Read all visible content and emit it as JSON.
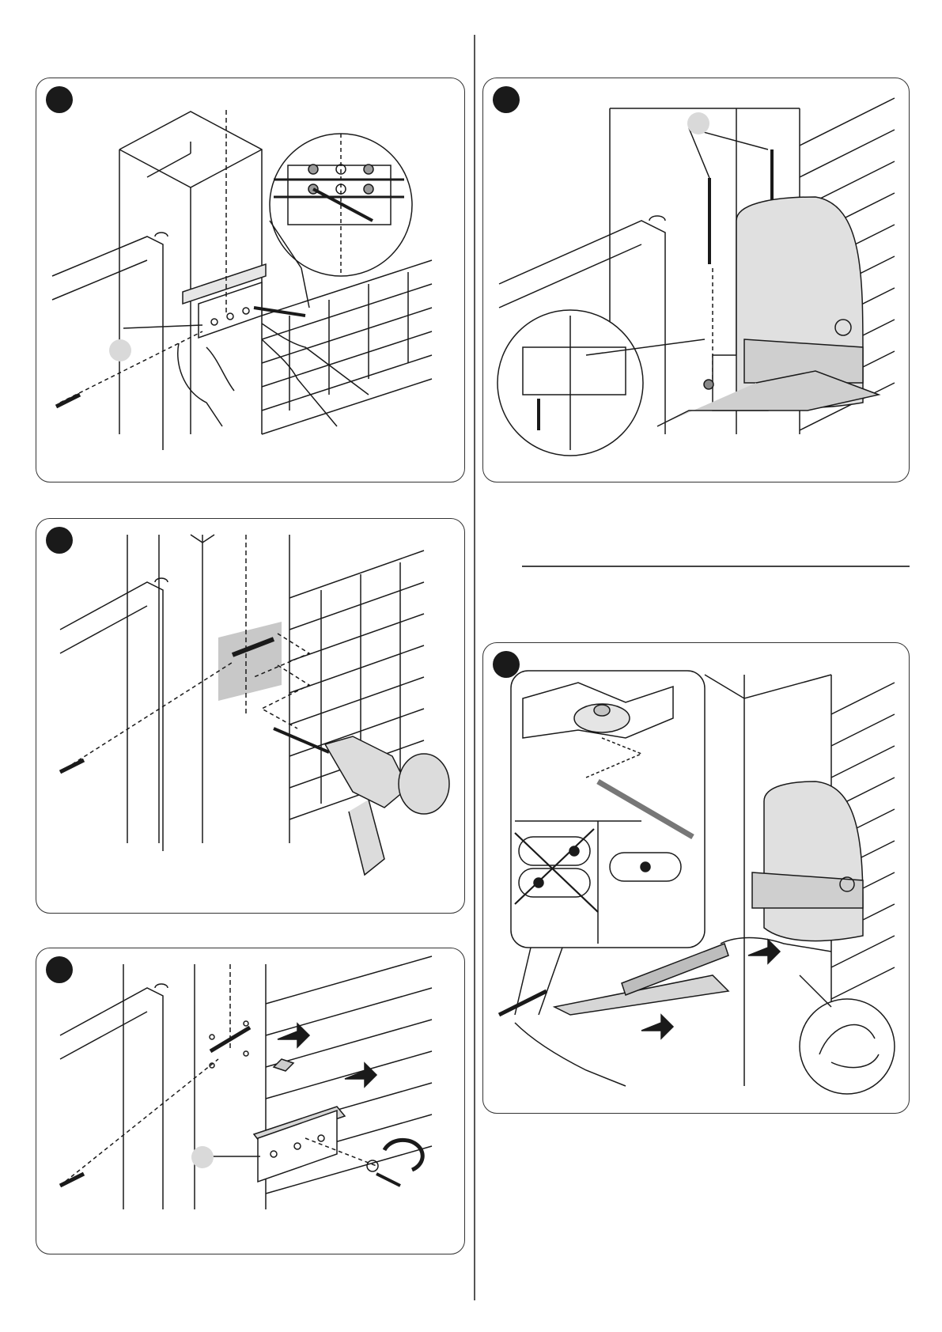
{
  "panels": [
    {
      "id": "p1",
      "step": "",
      "callouts": [
        ""
      ]
    },
    {
      "id": "p2",
      "step": "",
      "callouts": [
        ""
      ]
    },
    {
      "id": "p3",
      "step": "",
      "callouts": []
    },
    {
      "id": "p4",
      "step": "",
      "callouts": [
        ""
      ]
    },
    {
      "id": "p5",
      "step": "",
      "callouts": []
    }
  ],
  "colors": {
    "line": "#1a1a1a",
    "motor": "#dedede",
    "marker": "#d9d9d9",
    "badge": "#1a1a1a"
  },
  "icons": [
    "pencil-icon",
    "spirit-level-icon",
    "drill-icon",
    "screw-icon",
    "rotate-arrow-icon",
    "push-arrow-icon",
    "muscle-arm-icon",
    "cross-mark-icon"
  ]
}
